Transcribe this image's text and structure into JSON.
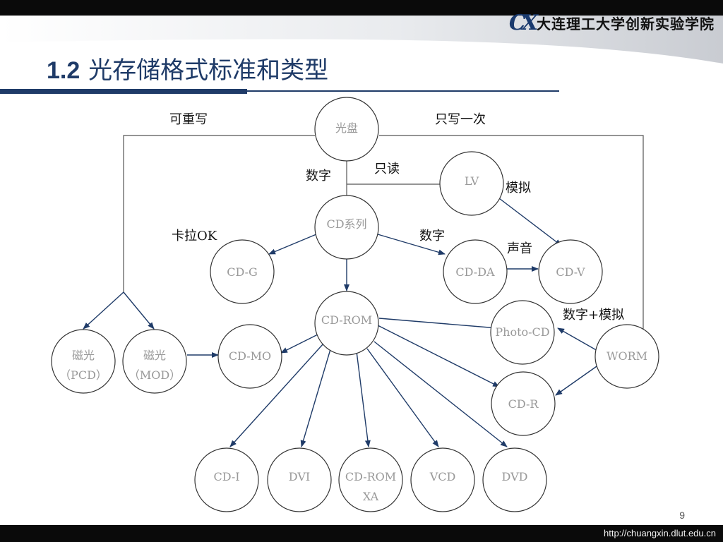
{
  "header": {
    "logo_mark": "CX",
    "logo_text": "大连理工大学创新实验学院",
    "title_num": "1.2",
    "title_text": "光存储格式标准和类型"
  },
  "footer": {
    "url": "http://chuangxin.dlut.edu.cn",
    "page": "9"
  },
  "diagram": {
    "nodes": [
      {
        "id": "guangpan",
        "lines": [
          "光盘"
        ]
      },
      {
        "id": "lv",
        "lines": [
          "LV"
        ]
      },
      {
        "id": "cd-series",
        "lines": [
          "CD系列"
        ]
      },
      {
        "id": "cd-g",
        "lines": [
          "CD-G"
        ]
      },
      {
        "id": "cd-da",
        "lines": [
          "CD-DA"
        ]
      },
      {
        "id": "cd-v",
        "lines": [
          "CD-V"
        ]
      },
      {
        "id": "cd-rom",
        "lines": [
          "CD-ROM"
        ]
      },
      {
        "id": "photo-cd",
        "lines": [
          "Photo-CD"
        ]
      },
      {
        "id": "worm",
        "lines": [
          "WORM"
        ]
      },
      {
        "id": "cd-r",
        "lines": [
          "CD-R"
        ]
      },
      {
        "id": "cd-mo",
        "lines": [
          "CD-MO"
        ]
      },
      {
        "id": "mo-pcd",
        "lines": [
          "磁光",
          "（PCD）"
        ]
      },
      {
        "id": "mo-mod",
        "lines": [
          "磁光",
          "（MOD）"
        ]
      },
      {
        "id": "cd-i",
        "lines": [
          "CD-I"
        ]
      },
      {
        "id": "dvi",
        "lines": [
          "DVI"
        ]
      },
      {
        "id": "cd-rom-xa",
        "lines": [
          "CD-ROM",
          "XA"
        ]
      },
      {
        "id": "vcd",
        "lines": [
          "VCD"
        ]
      },
      {
        "id": "dvd",
        "lines": [
          "DVD"
        ]
      }
    ],
    "labels": {
      "rewritable": "可重写",
      "write_once": "只写一次",
      "digital_1": "数字",
      "read_only": "只读",
      "analog": "模拟",
      "karaoke": "卡拉OK",
      "digital_2": "数字",
      "audio": "声音",
      "digital_analog": "数字+模拟"
    }
  }
}
